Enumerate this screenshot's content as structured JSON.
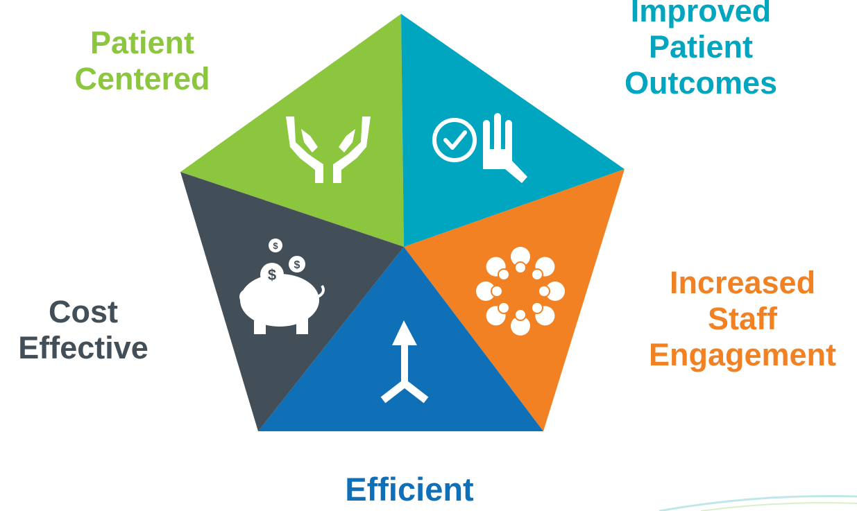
{
  "colors": {
    "patient_centered": "#8cc63f",
    "improved_outcomes": "#00a6bf",
    "staff_engagement": "#f28123",
    "efficient": "#0f70b7",
    "cost_effective": "#434f58",
    "icon": "#ffffff"
  },
  "segments": {
    "patient_centered": {
      "lines": [
        "Patient",
        "Centered"
      ],
      "icon": "open-hands-icon"
    },
    "improved_outcomes": {
      "lines": [
        "Improved",
        "Patient",
        "Outcomes"
      ],
      "icon": "clock-check-hand-icon"
    },
    "staff_engagement": {
      "lines": [
        "Increased",
        "Staff",
        "Engagement"
      ],
      "icon": "team-circle-icon"
    },
    "efficient": {
      "lines": [
        "Efficient"
      ],
      "icon": "merge-arrow-icon"
    },
    "cost_effective": {
      "lines": [
        "Cost",
        "Effective"
      ],
      "icon": "piggy-bank-icon"
    }
  }
}
